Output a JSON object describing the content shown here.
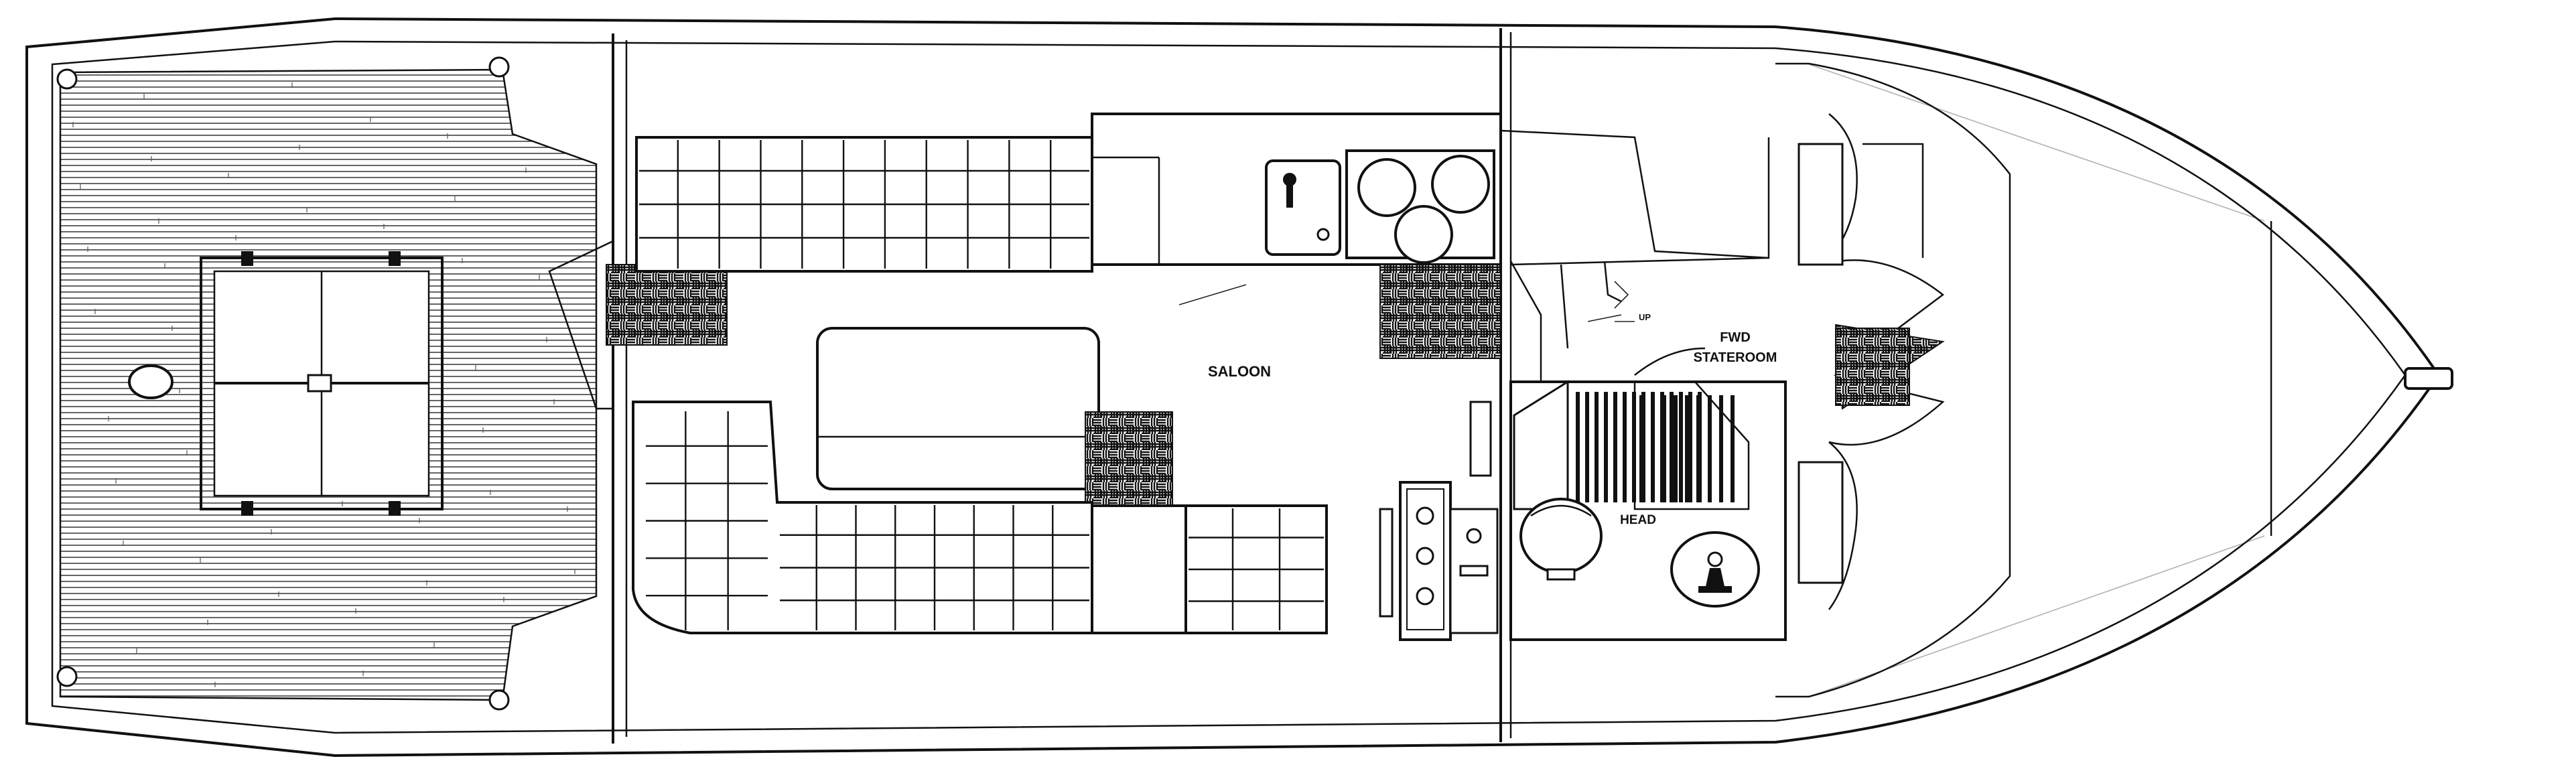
{
  "labels": {
    "saloon": "SALOON",
    "fwd": "FWD",
    "stateroom": "STATEROOM",
    "head": "HEAD",
    "up": "UP"
  },
  "colors": {
    "line": "#111111",
    "background": "#ffffff"
  }
}
